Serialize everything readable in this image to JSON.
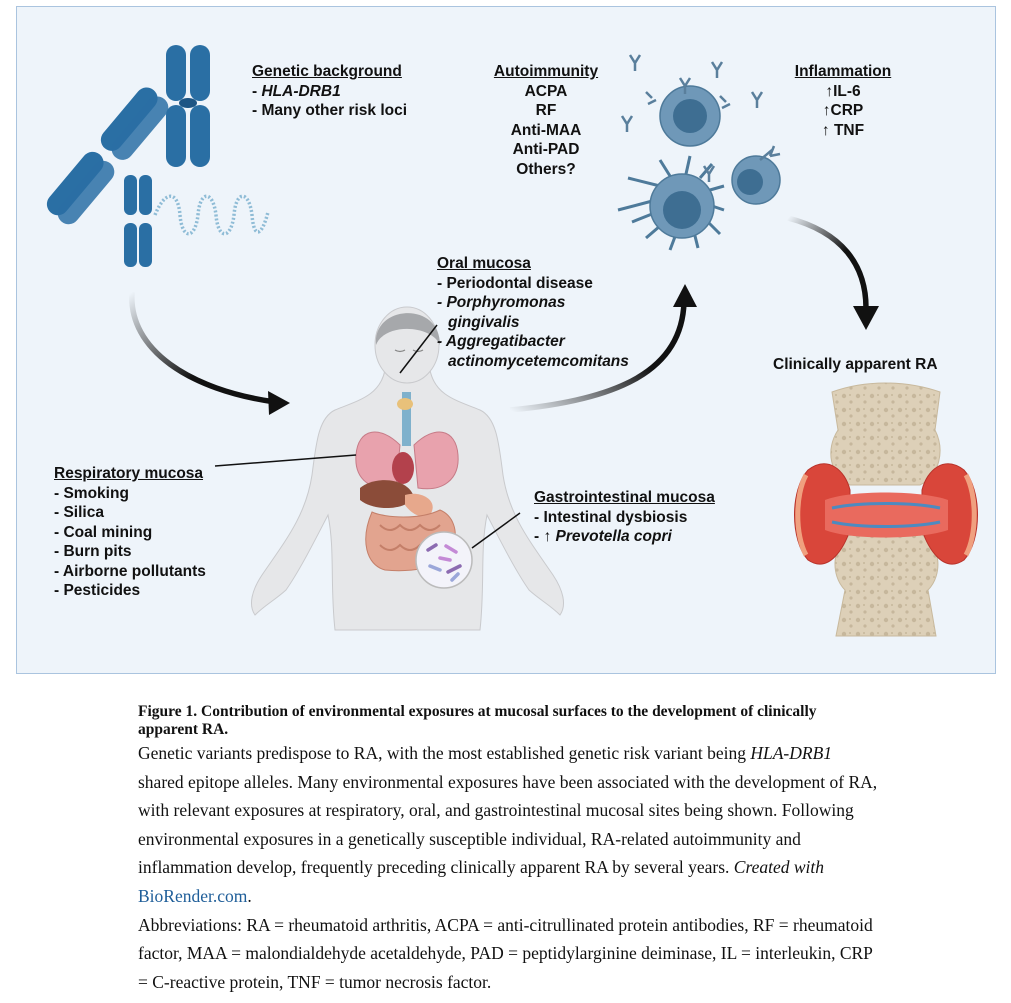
{
  "figure": {
    "genetic": {
      "title": "Genetic background",
      "items": [
        "HLA-DRB1",
        "Many other risk loci"
      ]
    },
    "autoimmunity": {
      "title": "Autoimmunity",
      "items": [
        "ACPA",
        "RF",
        "Anti-MAA",
        "Anti-PAD",
        "Others?"
      ]
    },
    "inflammation": {
      "title": "Inflammation",
      "items": [
        "↑IL-6",
        "↑CRP",
        "↑ TNF"
      ]
    },
    "oral": {
      "title": "Oral mucosa",
      "items": [
        "Periodontal disease",
        "Porphyromonas",
        "gingivalis",
        "Aggregatibacter",
        "actinomycetemcomitans"
      ]
    },
    "respiratory": {
      "title": "Respiratory mucosa",
      "items": [
        "Smoking",
        "Silica",
        "Coal mining",
        "Burn pits",
        "Airborne pollutants",
        "Pesticides"
      ]
    },
    "gi": {
      "title": "Gastrointestinal mucosa",
      "items": [
        "Intestinal dysbiosis",
        "↑ ",
        "Prevotella copri"
      ]
    },
    "outcome": "Clinically apparent RA",
    "bullet": "- ",
    "colors": {
      "chromosome": "#2a6fa4",
      "cell": "#6f98b8",
      "cell_nucleus": "#3e6e92",
      "body": "#e6e7e9",
      "lung": "#e8a2ad",
      "bone": "#ddd0b8",
      "inflamed": "#d9463a",
      "arrow": "#111111",
      "panel_bg": "#eef4fa"
    }
  },
  "caption": {
    "title": "Figure 1. Contribution of environmental exposures at mucosal surfaces to the development of clinically apparent RA.",
    "body_1": "Genetic variants predispose to RA, with the most established genetic risk variant being ",
    "body_gene": "HLA-DRB1",
    "body_2": " shared epitope alleles. Many environmental exposures have been associated with the development of RA, with relevant exposures at respiratory, oral, and gastrointestinal mucosal sites being shown. Following environmental exposures in a genetically susceptible individual, RA-related autoimmunity and inflammation develop, frequently preceding clinically apparent RA by several years. ",
    "created_with": "Created with",
    "biorender": "BioRender.com",
    "period": ".",
    "abbreviations": "Abbreviations: RA = rheumatoid arthritis, ACPA = anti-citrullinated protein antibodies, RF = rheumatoid factor, MAA = malondialdehyde acetaldehyde, PAD = peptidylarginine deiminase, IL = interleukin, CRP = C-reactive protein, TNF = tumor necrosis factor."
  }
}
